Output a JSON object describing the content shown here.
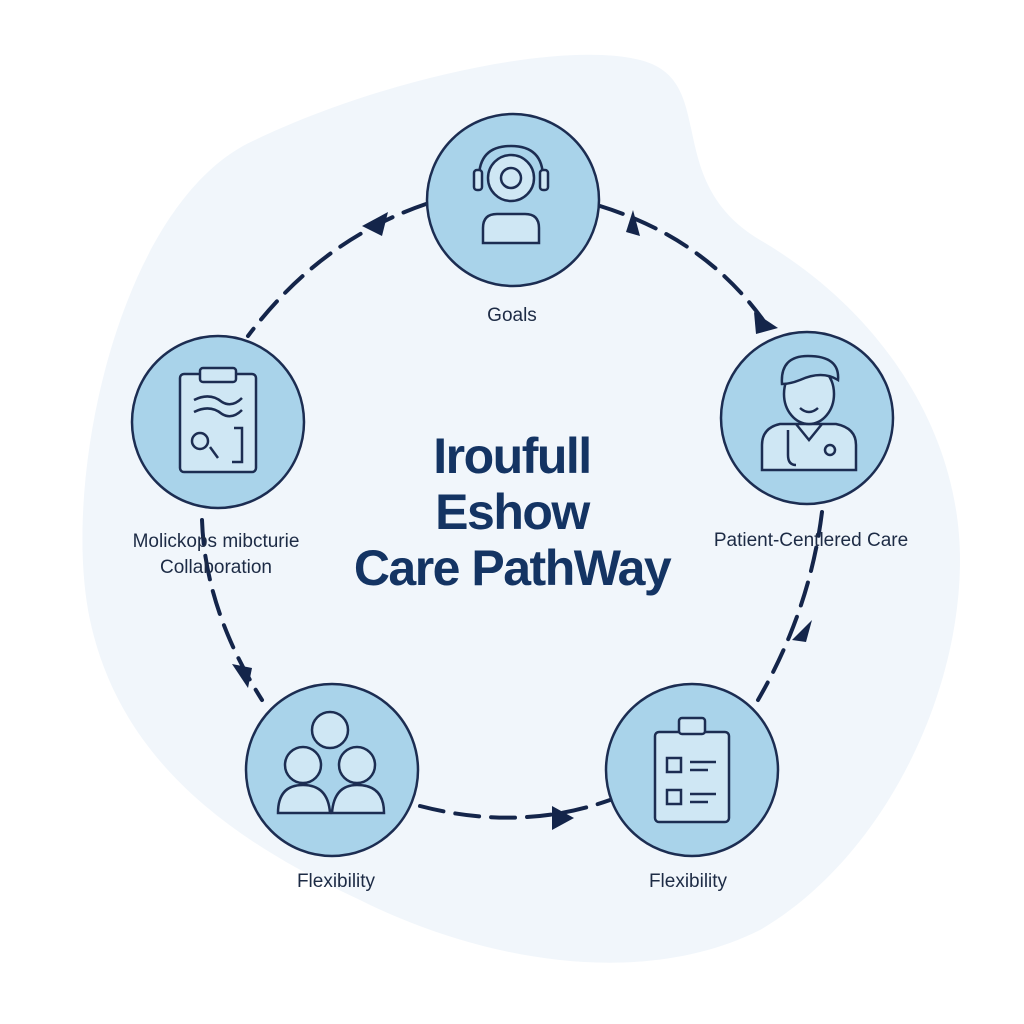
{
  "title": {
    "line1": "Iroufull",
    "line2": "Eshow",
    "line3": "Care PathWay"
  },
  "nodes": [
    {
      "id": "top",
      "icon": "person-headset-icon",
      "label": "Goals"
    },
    {
      "id": "right",
      "icon": "doctor-icon",
      "label": "Patient-Centlered Care"
    },
    {
      "id": "bottom-right",
      "icon": "checklist-clipboard-icon",
      "label": "Flexibility"
    },
    {
      "id": "bottom-left",
      "icon": "team-icon",
      "label": "Flexibility"
    },
    {
      "id": "left",
      "icon": "clipboard-chart-icon",
      "label_line1": "Molickops mibcturie",
      "label_line2": "Collaboration"
    }
  ],
  "colors": {
    "node_fill": "#a9d3ea",
    "node_stroke": "#1c2d52",
    "icon_fill": "#cfe7f4",
    "arrow": "#14254a",
    "title": "#143463",
    "blob": "#f1f6fb"
  }
}
